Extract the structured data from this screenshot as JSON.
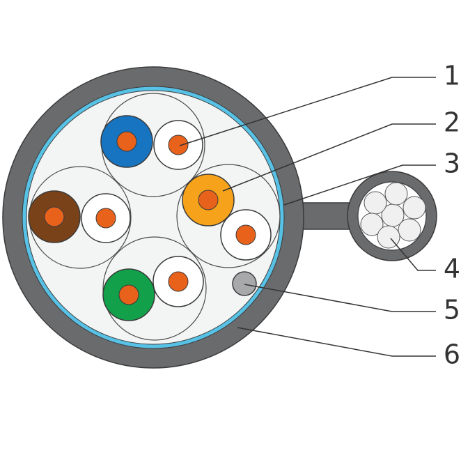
{
  "diagram": {
    "colors": {
      "jacket": "#696b6d",
      "jacket_outline": "#3a3a3a",
      "shield": "#58c2e6",
      "core_fill": "#f3f4f4",
      "pair_outline": "#4a4a4a",
      "conductor": "#e8621c",
      "blue": "#1674c1",
      "brown": "#7a4219",
      "orange": "#f6a31b",
      "green": "#12a04a",
      "drain_wire": "#a7a9ab",
      "strand": "#f0f0f0"
    },
    "pairs": [
      {
        "insulation": "blue"
      },
      {
        "insulation": "brown"
      },
      {
        "insulation": "orange"
      },
      {
        "insulation": "green"
      }
    ],
    "callouts": [
      {
        "label": "1"
      },
      {
        "label": "2"
      },
      {
        "label": "3"
      },
      {
        "label": "4"
      },
      {
        "label": "5"
      },
      {
        "label": "6"
      }
    ]
  }
}
